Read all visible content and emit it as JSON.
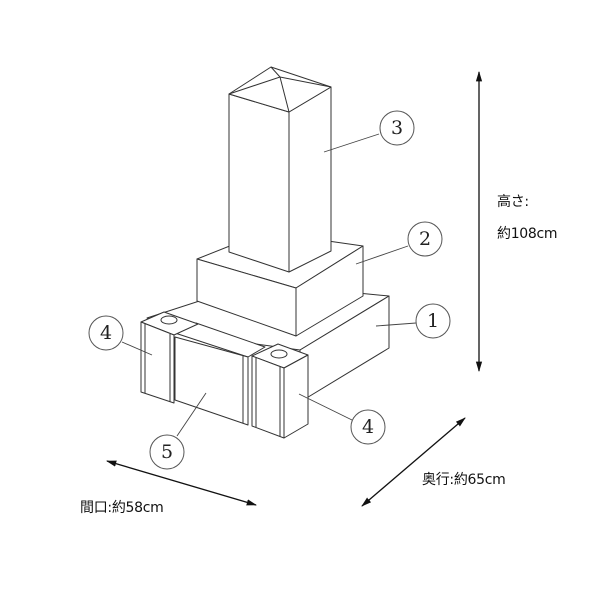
{
  "diagram": {
    "title": "Grave stone isometric drawing with part callouts and dimensions",
    "callouts": [
      {
        "id": 1,
        "label": "1",
        "part": "base stone"
      },
      {
        "id": 2,
        "label": "2",
        "part": "middle stone"
      },
      {
        "id": 3,
        "label": "3",
        "part": "upright pillar stone"
      },
      {
        "id": 4,
        "label": "4",
        "part": "flower vase (left)"
      },
      {
        "id": 4,
        "label": "4",
        "part": "flower vase (right)"
      },
      {
        "id": 5,
        "label": "5",
        "part": "incense stand"
      }
    ],
    "dimensions": {
      "height_label": "高さ:",
      "height_value": "約108cm",
      "depth_label": "奥行:約65cm",
      "width_label": "間口:約58cm"
    },
    "colors": {
      "line": "#333333",
      "background": "#ffffff",
      "text": "#111111"
    }
  }
}
